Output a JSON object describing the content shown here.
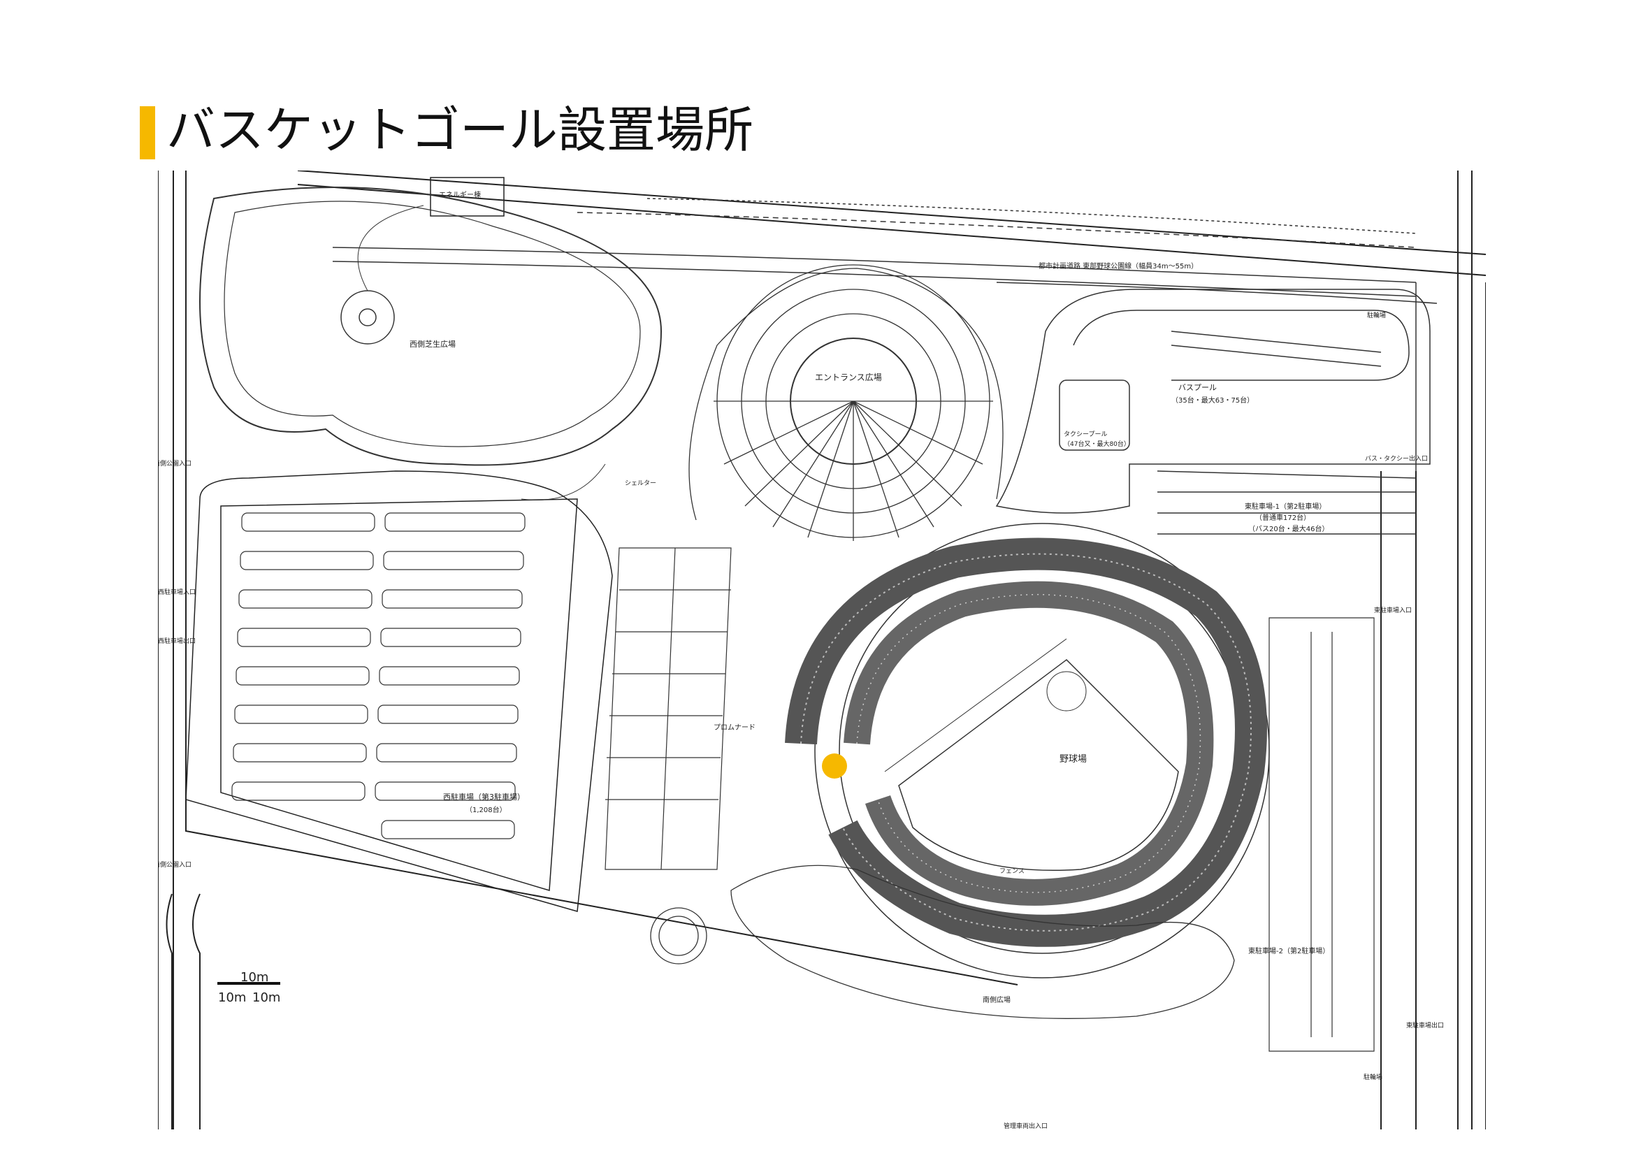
{
  "title": "バスケットゴール設置場所",
  "accent_color": "#f6b800",
  "marker_color": "#f6b800",
  "map": {
    "labels": {
      "west_lawn": "西側芝生広場",
      "entrance_plaza": "エントランス広場",
      "bus_pool": "バスプール",
      "bus_pool_detail": "（35台・最大63・75台）",
      "taxi_pool": "タクシープール",
      "taxi_pool_detail": "（47台又・最大80台）",
      "east_parking_1": "東駐車場-1（第2駐車場）",
      "east_parking_1_detail1": "（普通車172台）",
      "east_parking_1_detail2": "（バス20台・最大46台）",
      "west_parking": "西駐車場（第3駐車場）",
      "west_parking_detail": "（1,208台）",
      "promenade": "プロムナード",
      "ballpark": "野球場",
      "fence": "フェンス",
      "south_plaza": "南側広場",
      "east_parking_2": "東駐車場-2（第2駐車場）",
      "shelter": "シェルター",
      "bus_taxi_entrance": "バス・タクシー出入口",
      "west_car_entrance": "西駐車場入口",
      "west_car_exit": "西駐車場出口",
      "north_park_entrance": "南側公園入口",
      "south_park_entrance": "南側公園入口",
      "management_entrance": "管理車両出入口",
      "east_car_entrance": "東駐車場入口",
      "east_car_exit": "東駐車場出口",
      "bike_parking": "駐輪場",
      "road_label": "都市計画道路 東部野球公園線（幅員34m〜55m）",
      "energy_building": "エネルギー棟",
      "scale": "10m"
    }
  }
}
